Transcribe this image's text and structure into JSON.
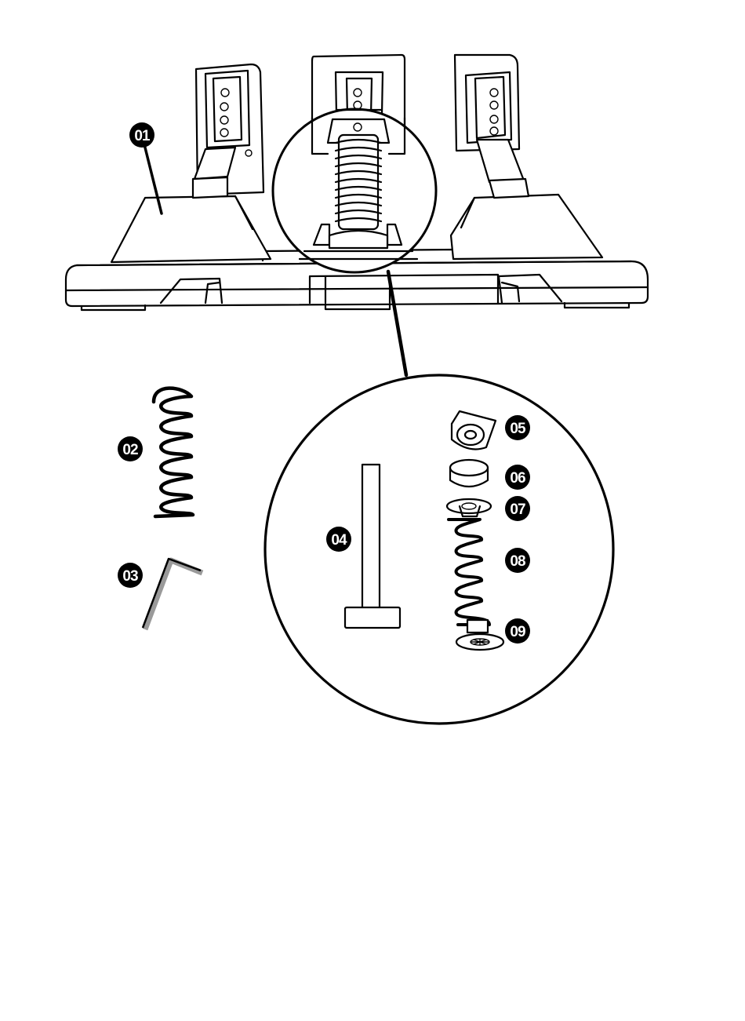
{
  "callouts": {
    "c01": "01",
    "c02": "02",
    "c03": "03",
    "c04": "04",
    "c05": "05",
    "c06": "06",
    "c07": "07",
    "c08": "08",
    "c09": "09"
  },
  "colors": {
    "stroke": "#000000",
    "background": "#ffffff",
    "wrench_shade": "#9a9a9a"
  },
  "icons": {
    "assembly": "pedal-set-illustration",
    "spring": "spring-icon",
    "wrench": "allen-key-icon",
    "rod": "rod-icon",
    "cap": "cap-icon",
    "bushing": "bushing-icon",
    "washer": "washer-icon",
    "spring_small": "spring-icon",
    "base": "spring-base-icon"
  }
}
